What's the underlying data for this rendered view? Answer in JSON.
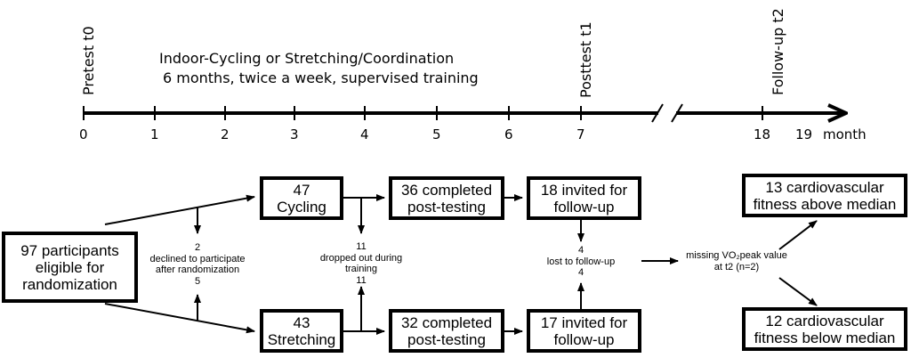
{
  "timeline": {
    "milestones": {
      "pretest": "Pretest t0",
      "posttest": "Posttest t1",
      "followup": "Follow-up t2"
    },
    "intervention_line1": "Indoor-Cycling or Stretching/Coordination",
    "intervention_line2": "6 months, twice a week, supervised training",
    "ticks": [
      "0",
      "1",
      "2",
      "3",
      "4",
      "5",
      "6",
      "7",
      "18",
      "19"
    ],
    "unit": "month"
  },
  "flow": {
    "eligible": [
      "97 participants",
      "eligible for",
      "randomization"
    ],
    "cycling": [
      "47",
      "Cycling"
    ],
    "stretching": [
      "43",
      "Stretching"
    ],
    "cycling_completed": [
      "36 completed",
      "post-testing"
    ],
    "stretching_completed": [
      "32 completed",
      "post-testing"
    ],
    "cycling_invited": [
      "18 invited for",
      "follow-up"
    ],
    "stretching_invited": [
      "17 invited for",
      "follow-up"
    ],
    "above_median": [
      "13 cardiovascular",
      "fitness above median"
    ],
    "below_median": [
      "12 cardiovascular",
      "fitness below median"
    ],
    "declined": [
      "2",
      "declined to participate",
      "after randomization",
      "5"
    ],
    "dropped": [
      "11",
      "dropped out during",
      "training",
      "11"
    ],
    "lost": [
      "4",
      "lost to follow-up",
      "4"
    ],
    "missing": [
      "missing VO₂peak value",
      "at t2 (n=2)"
    ]
  }
}
